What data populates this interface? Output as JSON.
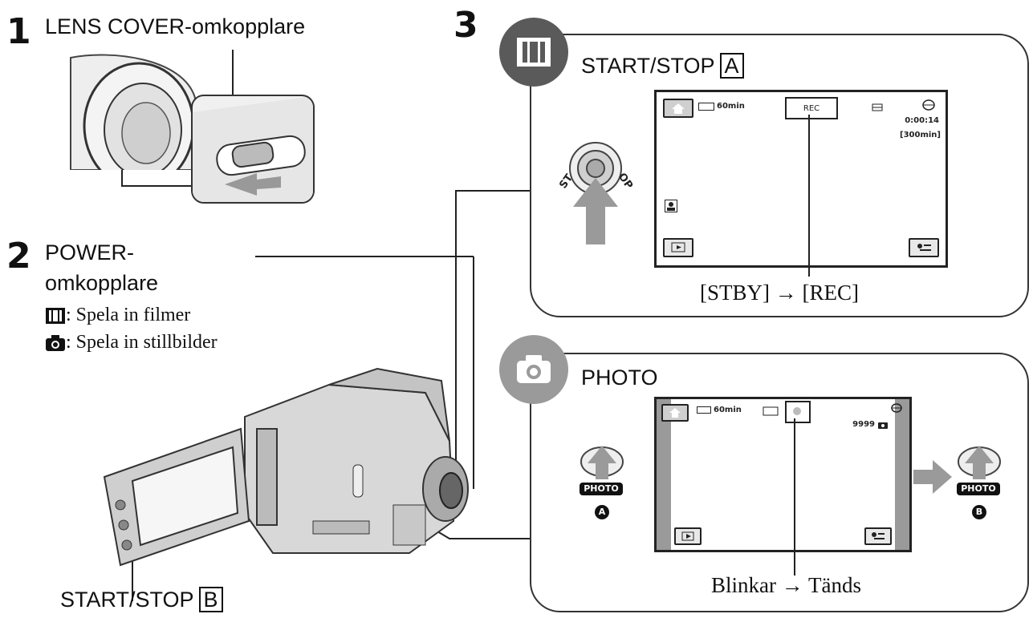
{
  "step1": {
    "number": "1",
    "label": "LENS COVER-omkopplare"
  },
  "step2": {
    "number": "2",
    "label_line1": "POWER-",
    "label_line2": "omkopplare",
    "movie_desc": ": Spela in filmer",
    "photo_desc": ": Spela in stillbilder"
  },
  "step3": {
    "number": "3"
  },
  "camera_startstop": {
    "label": "START/STOP",
    "letter": "B"
  },
  "movie_panel": {
    "icon": "film-icon",
    "title": "START/STOP",
    "letter": "A",
    "screen": {
      "battery": "60min",
      "rec": "REC",
      "counter": "0:00:14",
      "remaining": "[300min]"
    },
    "caption_from": "[STBY]",
    "caption_arrow": "→",
    "caption_to": "[REC]"
  },
  "photo_panel": {
    "icon": "camera-icon",
    "title": "PHOTO",
    "screen": {
      "battery": "60min",
      "count": "9999"
    },
    "button_label": "PHOTO",
    "button_a": "A",
    "button_b": "B",
    "caption_from": "Blinkar",
    "caption_arrow": "→",
    "caption_to": "Tänds"
  },
  "colors": {
    "icon_circle": "#5a5a5a",
    "arrow_gray": "#9a9a9a",
    "panel_border": "#333333"
  }
}
